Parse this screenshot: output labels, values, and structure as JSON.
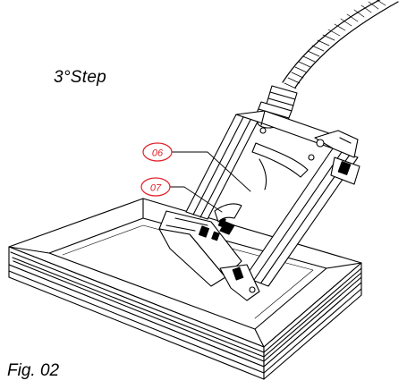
{
  "step_title": "3°Step",
  "figure_caption": "Fig. 02",
  "callouts": [
    {
      "id": "callout-06",
      "label": "06"
    },
    {
      "id": "callout-07",
      "label": "07"
    }
  ],
  "colors": {
    "line": "#000000",
    "callout": "#e0202a",
    "background": "#ffffff"
  }
}
